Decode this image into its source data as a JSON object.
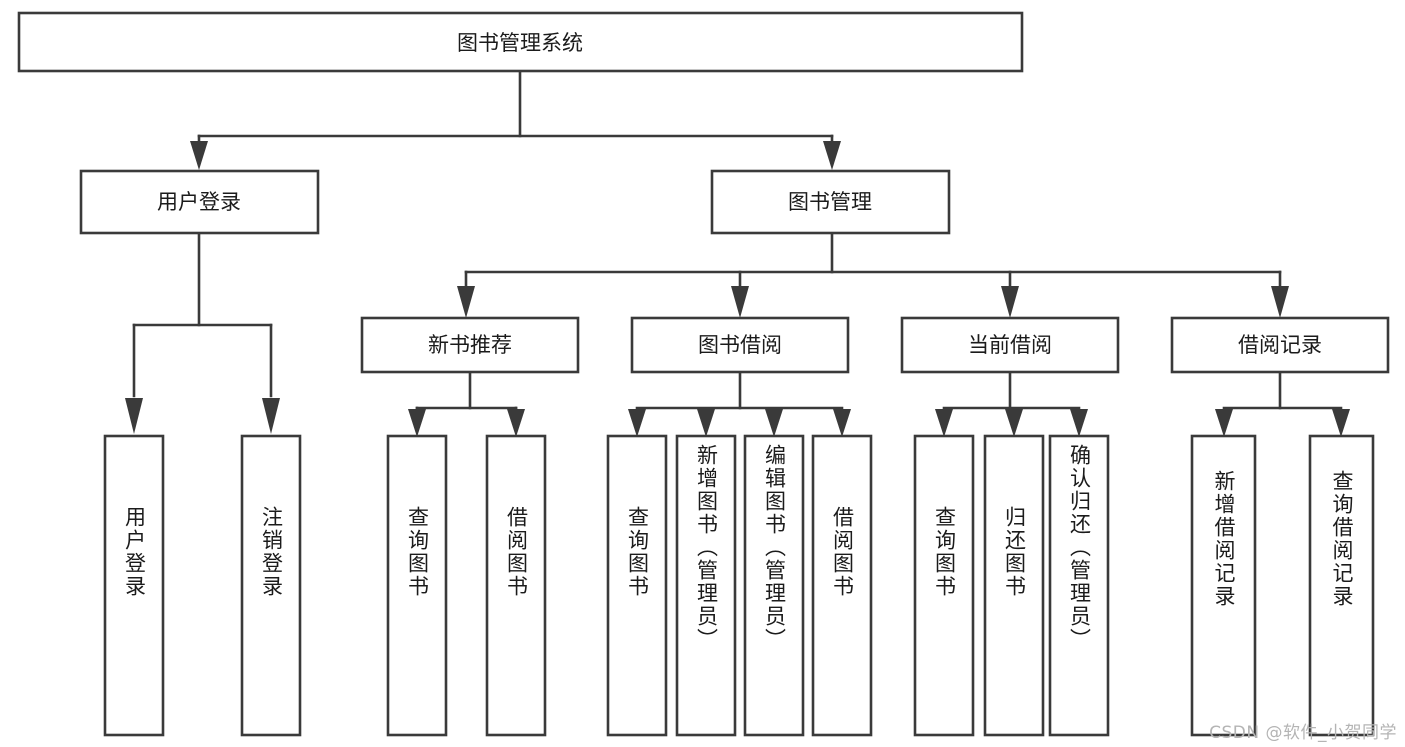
{
  "diagram": {
    "kind": "tree-hierarchy-chart",
    "title_node": {
      "label": "图书管理系统"
    },
    "level2": [
      {
        "id": "user-login",
        "label": "用户登录"
      },
      {
        "id": "book-management",
        "label": "图书管理"
      }
    ],
    "level3": [
      {
        "id": "new-book-recommend",
        "label": "新书推荐",
        "parent": "book-management"
      },
      {
        "id": "book-borrow",
        "label": "图书借阅",
        "parent": "book-management"
      },
      {
        "id": "current-borrow",
        "label": "当前借阅",
        "parent": "book-management"
      },
      {
        "id": "borrow-record",
        "label": "借阅记录",
        "parent": "book-management"
      }
    ],
    "leaves": {
      "user-login": [
        {
          "id": "leaf-user-login",
          "label": "用户登录"
        },
        {
          "id": "leaf-logout-login",
          "label": "注销登录"
        }
      ],
      "new-book-recommend": [
        {
          "id": "leaf-query-book-1",
          "label": "查询图书"
        },
        {
          "id": "leaf-borrow-book-1",
          "label": "借阅图书"
        }
      ],
      "book-borrow": [
        {
          "id": "leaf-query-book-2",
          "label": "查询图书"
        },
        {
          "id": "leaf-add-book",
          "label": "新增图书（管理员）"
        },
        {
          "id": "leaf-edit-book",
          "label": "编辑图书（管理员）"
        },
        {
          "id": "leaf-borrow-book-2",
          "label": "借阅图书"
        }
      ],
      "current-borrow": [
        {
          "id": "leaf-query-book-3",
          "label": "查询图书"
        },
        {
          "id": "leaf-return-book",
          "label": "归还图书"
        },
        {
          "id": "leaf-confirm-return",
          "label": "确认归还（管理员）"
        }
      ],
      "borrow-record": [
        {
          "id": "leaf-add-borrow-record",
          "label": "新增借阅记录"
        },
        {
          "id": "leaf-query-borrow-record",
          "label": "查询借阅记录"
        }
      ]
    },
    "colors": {
      "box_stroke": "#3a3a3a",
      "box_fill": "#ffffff",
      "text": "#1b1b1b",
      "background": "#ffffff",
      "watermark": "#b4b4b4"
    }
  },
  "watermark": {
    "text": "CSDN @软件_小贺同学"
  }
}
